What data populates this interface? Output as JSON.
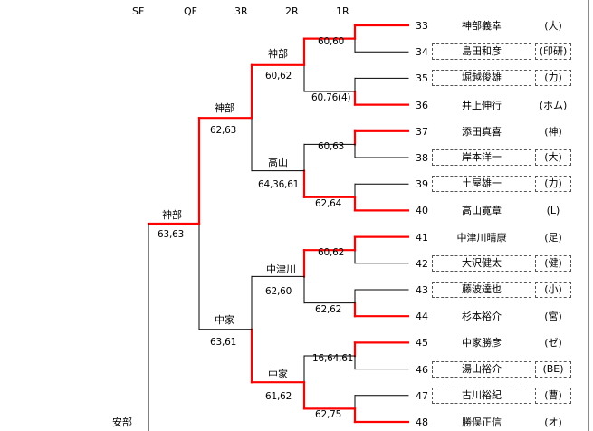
{
  "rounds": {
    "sf": "SF",
    "qf": "QF",
    "r3": "3R",
    "r2": "2R",
    "r1": "1R"
  },
  "entries": [
    {
      "seed": "33",
      "name": "神部義幸",
      "team": "(大)",
      "boxed": false
    },
    {
      "seed": "34",
      "name": "島田和彦",
      "team": "(印研)",
      "boxed": true
    },
    {
      "seed": "35",
      "name": "堀越俊雄",
      "team": "(力)",
      "boxed": true
    },
    {
      "seed": "36",
      "name": "井上伸行",
      "team": "(ホム)",
      "boxed": false
    },
    {
      "seed": "37",
      "name": "添田真喜",
      "team": "(神)",
      "boxed": false
    },
    {
      "seed": "38",
      "name": "岸本洋一",
      "team": "(大)",
      "boxed": true
    },
    {
      "seed": "39",
      "name": "土屋雄一",
      "team": "(力)",
      "boxed": true
    },
    {
      "seed": "40",
      "name": "高山寛章",
      "team": "(L)",
      "boxed": false
    },
    {
      "seed": "41",
      "name": "中津川晴康",
      "team": "(足)",
      "boxed": false
    },
    {
      "seed": "42",
      "name": "大沢健太",
      "team": "(健)",
      "boxed": true
    },
    {
      "seed": "43",
      "name": "藤波達也",
      "team": "(小)",
      "boxed": true
    },
    {
      "seed": "44",
      "name": "杉本裕介",
      "team": "(宮)",
      "boxed": false
    },
    {
      "seed": "45",
      "name": "中家勝彦",
      "team": "(ゼ)",
      "boxed": false
    },
    {
      "seed": "46",
      "name": "湯山裕介",
      "team": "(BE)",
      "boxed": true
    },
    {
      "seed": "47",
      "name": "古川裕紀",
      "team": "(曹)",
      "boxed": true
    },
    {
      "seed": "48",
      "name": "勝俣正信",
      "team": "(オ)",
      "boxed": false
    }
  ],
  "r1_scores": [
    "60,60",
    "60,76(4)",
    "60,63",
    "62,64",
    "60,62",
    "62,62",
    "16,64,61",
    "62,75"
  ],
  "r2_results": [
    {
      "winner": "神部",
      "score": "60,62"
    },
    {
      "winner": "高山",
      "score": "64,36,61"
    },
    {
      "winner": "中津川",
      "score": "62,60"
    },
    {
      "winner": "中家",
      "score": "61,62"
    }
  ],
  "r3_results": [
    {
      "winner": "神部",
      "score": "62,63"
    },
    {
      "winner": "中家",
      "score": "63,61"
    }
  ],
  "qf_result": {
    "winner": "神部",
    "score": "63,63"
  },
  "sf_label": {
    "winner": "安部"
  },
  "colors": {
    "win": "#ff0000",
    "line": "#000000"
  }
}
